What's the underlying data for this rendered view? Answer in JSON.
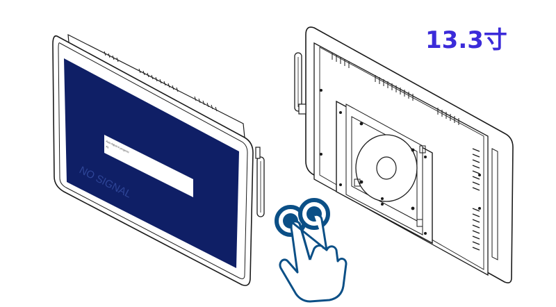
{
  "size_label": "13.3寸",
  "screen": {
    "no_signal_text": "NO SIGNAL",
    "dialog_line1": "Auto Adjust in progress",
    "dialog_line2": "Fit"
  },
  "icons": [
    "touch-hand-icon",
    "antenna-icon",
    "vesa-mount-icon"
  ],
  "colors": {
    "label": "#3b2bd9",
    "screen": "#0f1f66",
    "touch": "#0b4f86",
    "line": "#1a1a1a"
  }
}
